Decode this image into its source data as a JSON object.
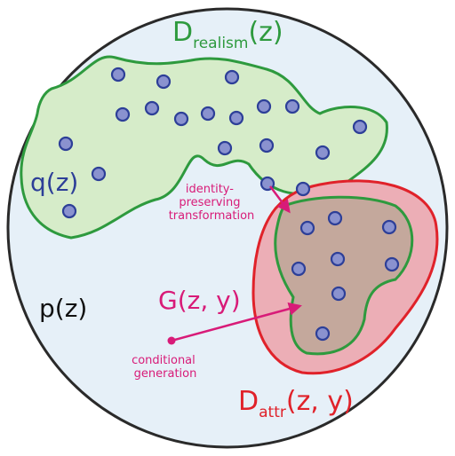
{
  "labels": {
    "p": "p(z)",
    "q": "q(z)",
    "d_realism_main": "D",
    "d_realism_sub": "realism",
    "d_realism_args": "(z)",
    "d_attr_main": "D",
    "d_attr_sub": "attr",
    "d_attr_args": "(z, y)",
    "g": "G(z, y)",
    "identity_line1": "identity-",
    "identity_line2": "preserving",
    "identity_line3": "transformation",
    "conditional_line1": "conditional",
    "conditional_line2": "generation"
  },
  "colors": {
    "background_disc": "#e6f0f8",
    "outline": "#2a2a2a",
    "realism_fill": "#d6ecc9",
    "realism_stroke": "#2e9a3e",
    "realism_text": "#2e9a3e",
    "attr_fill": "#ecaeb6",
    "attr_stroke": "#e0222a",
    "attr_text": "#e0222a",
    "overlap_fill": "#c4a89c",
    "point_fill": "#8a92cf",
    "point_stroke": "#2d3f98",
    "q_text": "#2d3f98",
    "arrow": "#d81b78",
    "p_text": "#111111"
  }
}
